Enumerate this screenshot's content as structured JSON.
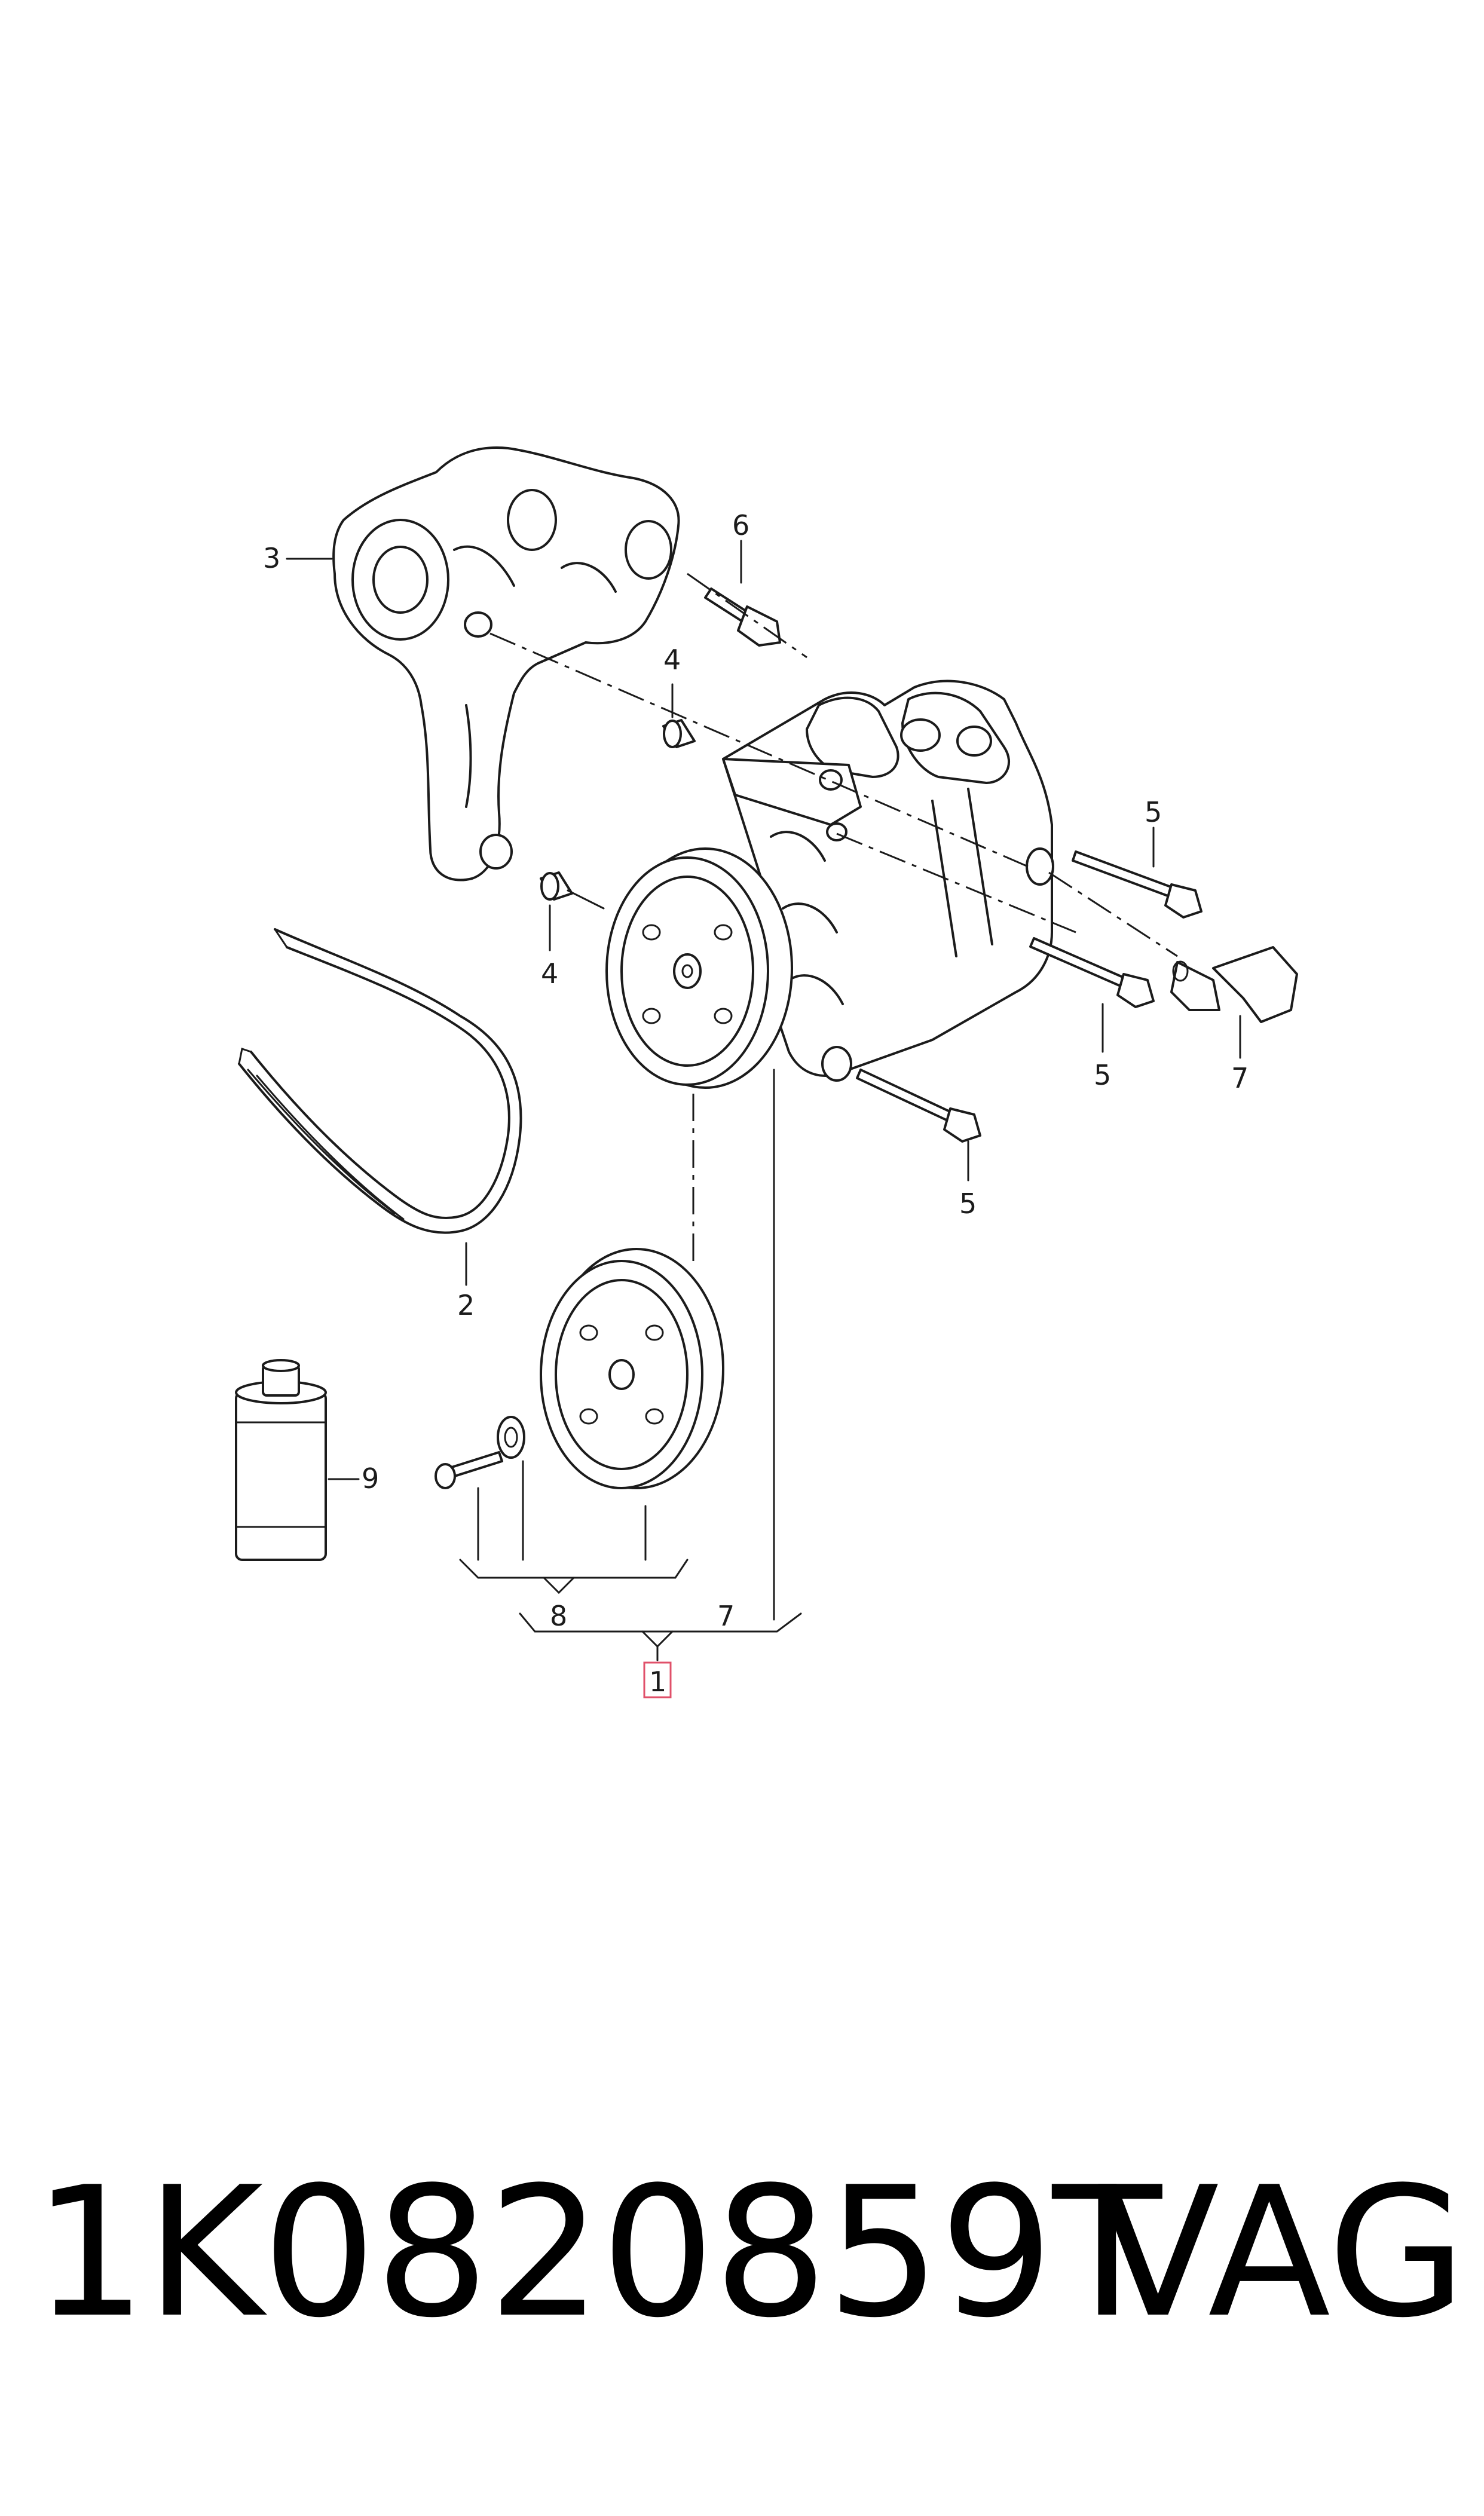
{
  "callouts": {
    "c1": "1",
    "c2": "2",
    "c3": "3",
    "c4a": "4",
    "c4b": "4",
    "c5a": "5",
    "c5b": "5",
    "c5c": "5",
    "c6": "6",
    "c7a": "7",
    "c7b": "7",
    "c8": "8",
    "c9": "9"
  },
  "footer": {
    "part_number": "1K0820859T",
    "brand": "VAG"
  },
  "colors": {
    "line": "#1b1b1b",
    "highlight_box": "#e0506a"
  }
}
